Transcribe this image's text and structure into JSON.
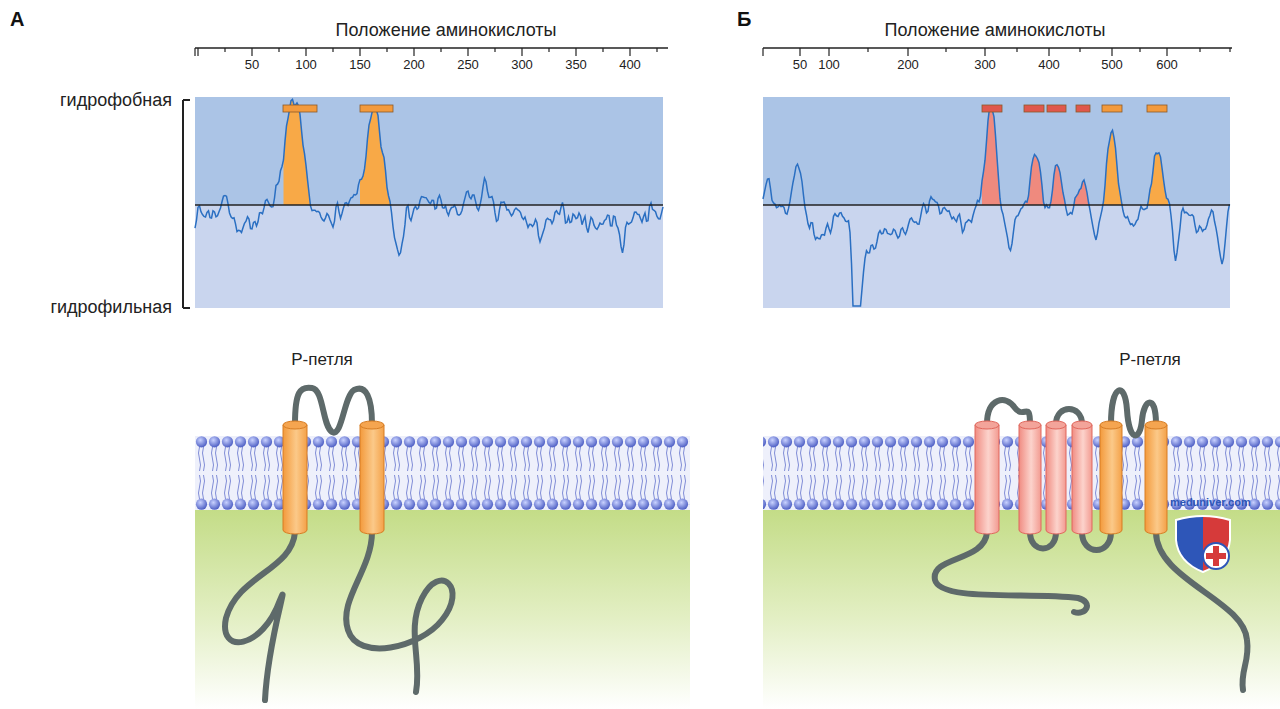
{
  "diagram": {
    "labels": [
      "А",
      "Положение аминокислоты",
      "50",
      "100",
      "150",
      "200",
      "250",
      "300",
      "350",
      "400",
      "гидрофобная",
      "гидрофильная",
      "Р-петля",
      "Б",
      "Положение аминокислоты",
      "50",
      "100",
      "200",
      "300",
      "400",
      "500",
      "600",
      "Р-петля",
      "meduniver.com"
    ]
  }
}
